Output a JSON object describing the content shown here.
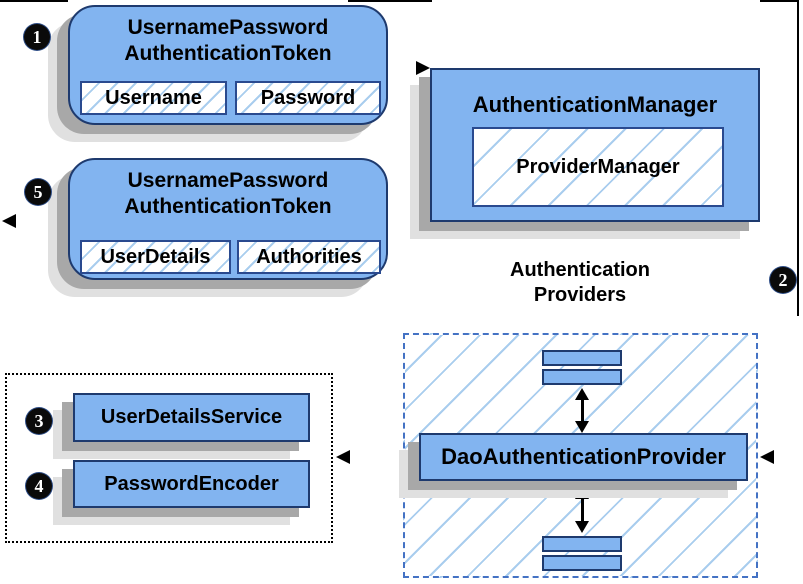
{
  "steps": {
    "s1": "1",
    "s2": "2",
    "s3": "3",
    "s4": "4",
    "s5": "5"
  },
  "boxes": {
    "token_request": {
      "title_line1": "UsernamePassword",
      "title_line2": "AuthenticationToken",
      "fields": [
        "Username",
        "Password"
      ]
    },
    "auth_manager": {
      "title": "AuthenticationManager",
      "inner": "ProviderManager"
    },
    "token_response": {
      "title_line1": "UsernamePassword",
      "title_line2": "AuthenticationToken",
      "fields": [
        "UserDetails",
        "Authorities"
      ]
    },
    "providers_group": {
      "label_line1": "Authentication",
      "label_line2": "Providers",
      "dao_provider": "DaoAuthenticationProvider"
    },
    "services_group": {
      "user_details_service": "UserDetailsService",
      "password_encoder": "PasswordEncoder"
    }
  },
  "colors": {
    "box_fill": "#82b4f0",
    "box_border": "#1e3a6e",
    "hatch_line": "#a9cdee",
    "dashed_border": "#4472c4",
    "shadow_dark": "#a8a8a8",
    "shadow_light": "#e0e0e0",
    "line": "#000000",
    "step_circle": "#0a0a0a"
  }
}
